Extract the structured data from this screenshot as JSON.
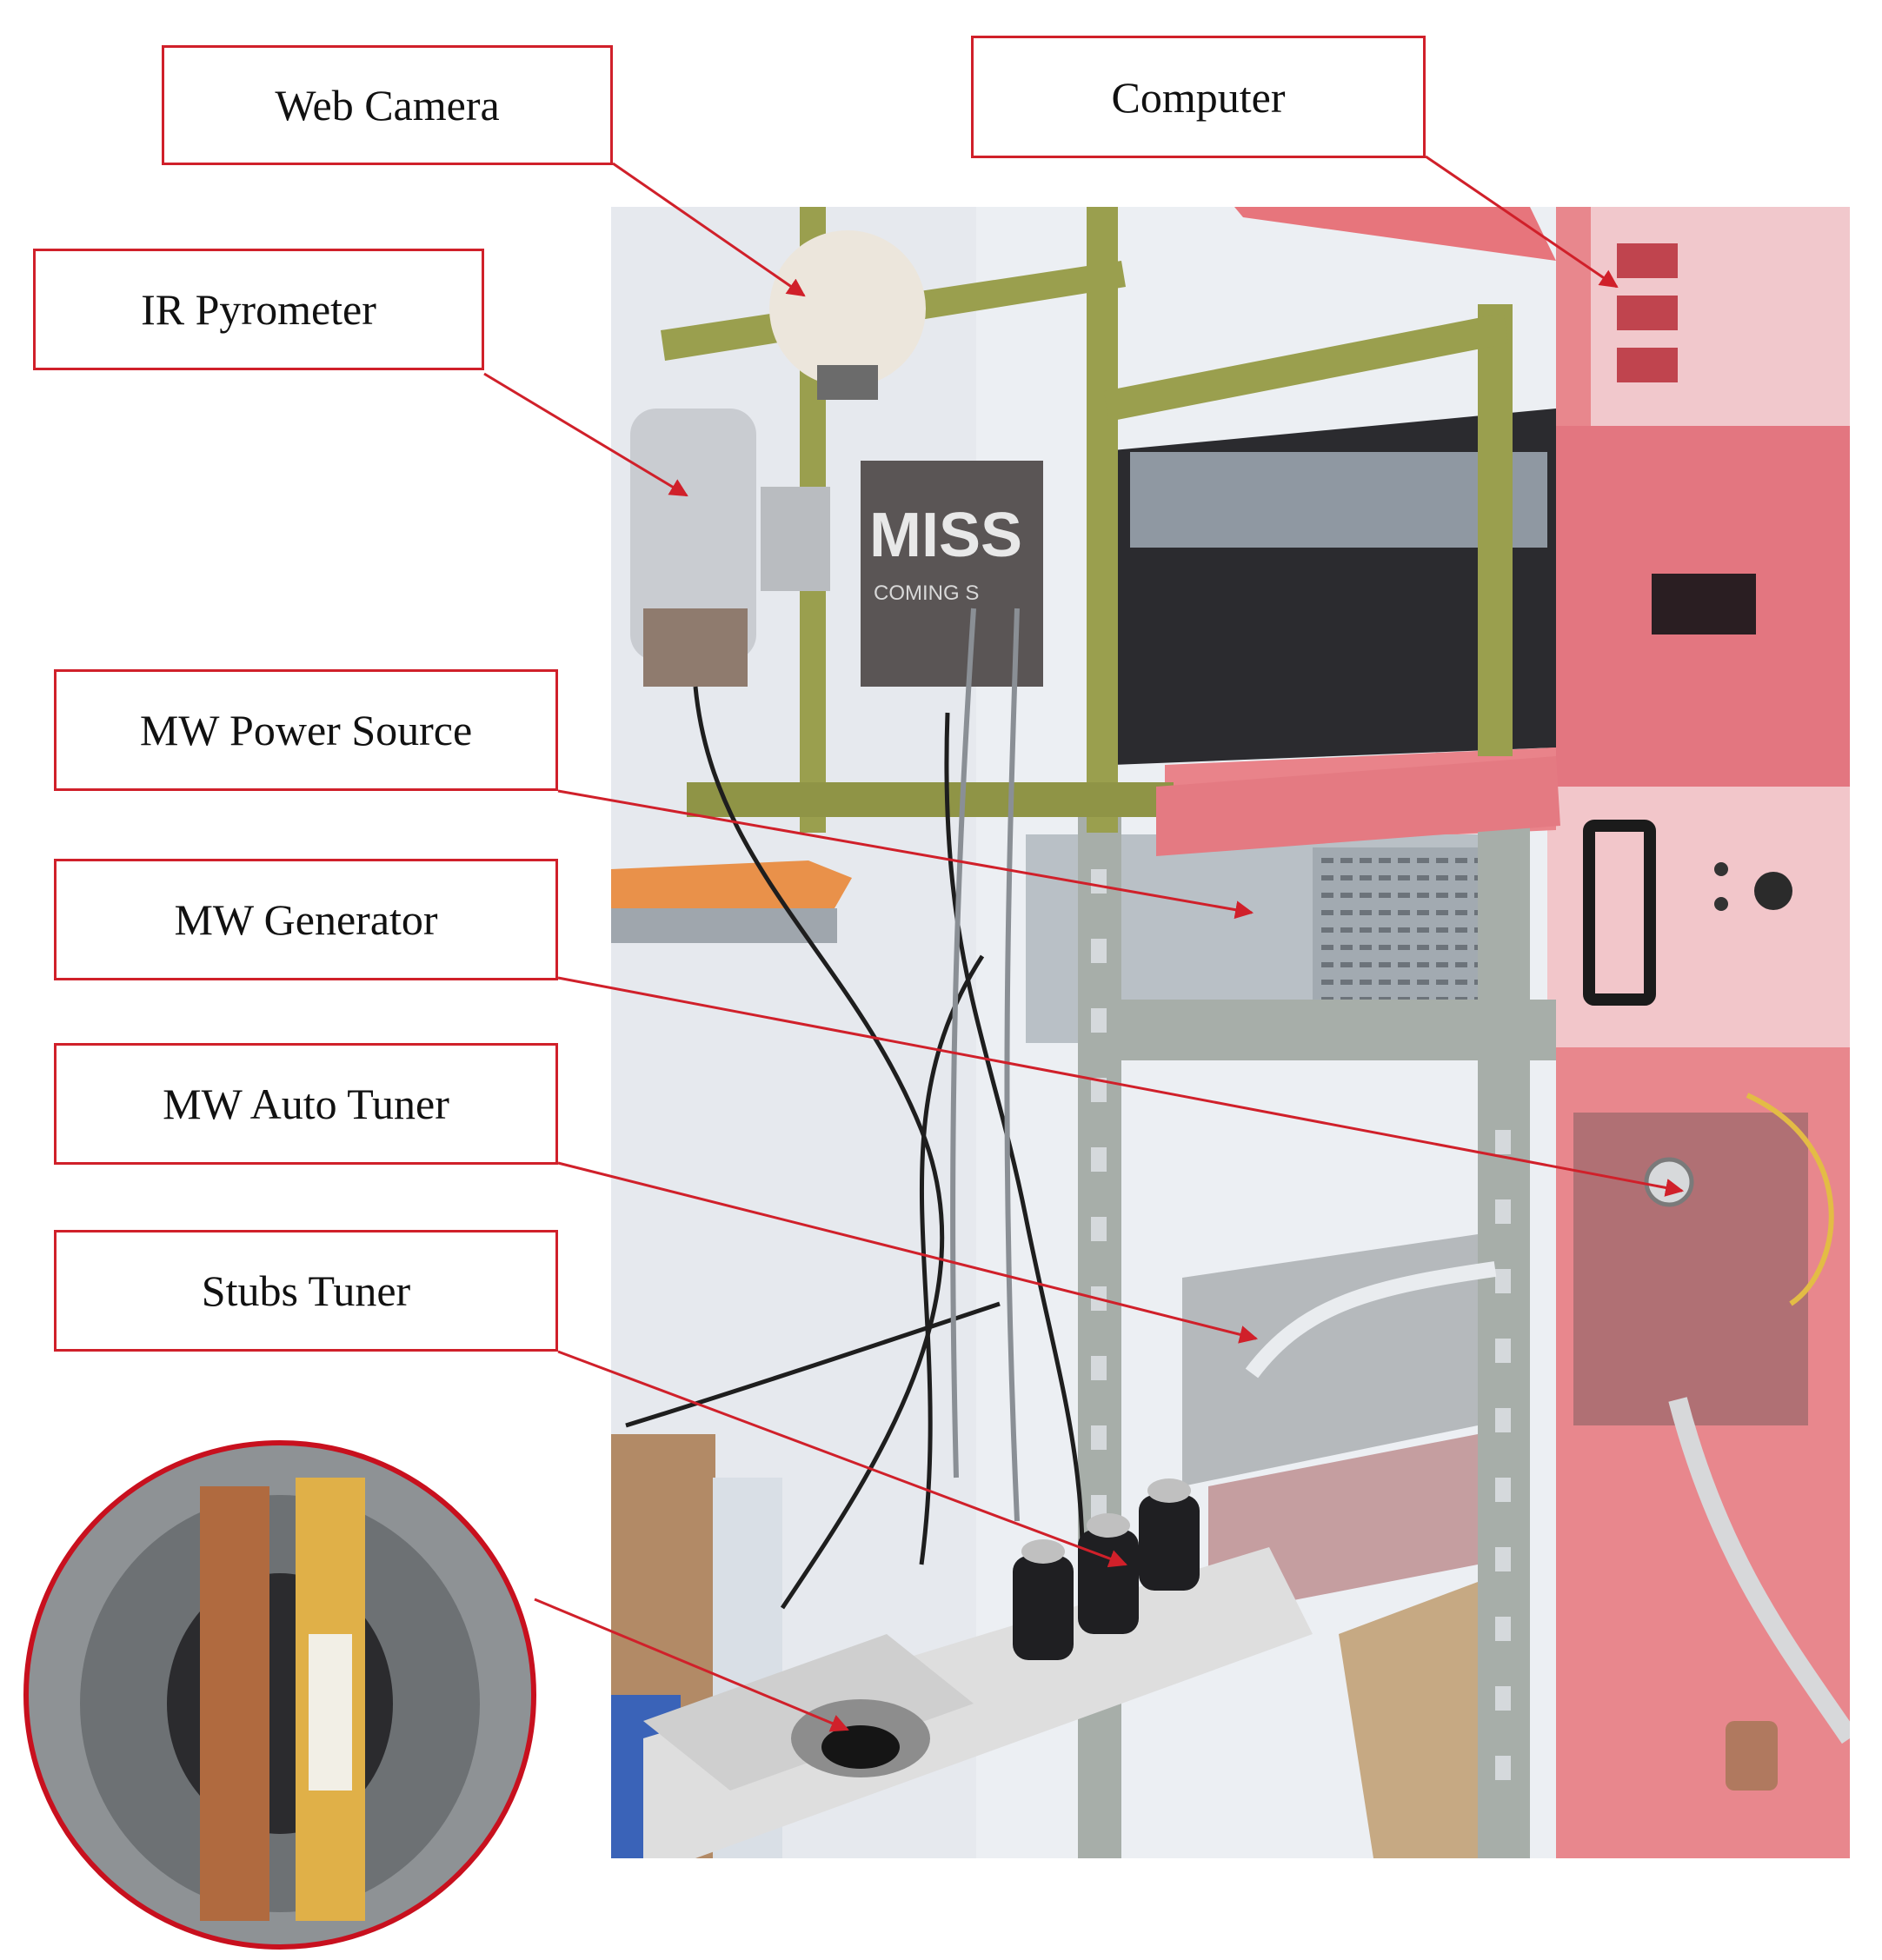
{
  "labels": {
    "web_camera": "Web Camera",
    "computer": "Computer",
    "ir_pyrometer": "IR Pyrometer",
    "mw_power_source": "MW Power Source",
    "mw_generator": "MW Generator",
    "mw_auto_tuner": "MW Auto Tuner",
    "stubs_tuner": "Stubs Tuner"
  },
  "photo_text": {
    "poster_title": "MISS",
    "poster_subtitle": "COMING S"
  },
  "colors": {
    "callout": "#d0202a",
    "label_border": "#d0202a",
    "rack_frame": "#a7aea9",
    "rack_red": "#e4737a",
    "wall": "#eceff3"
  }
}
